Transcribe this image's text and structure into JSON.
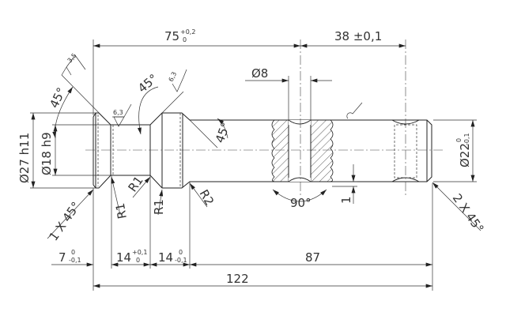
{
  "dimensions": {
    "d75": {
      "value": "75",
      "upper": "+0,2",
      "lower": "0"
    },
    "d38": {
      "value": "38 ±0,1"
    },
    "hole_dia": {
      "value": "Ø8"
    },
    "head_dia": {
      "value": "Ø27 h11"
    },
    "neck_dia": {
      "value": "Ø18 h9"
    },
    "shaft_dia": {
      "value": "Ø22",
      "upper": "0",
      "lower": "-0,1"
    },
    "angle_head": "45°",
    "angle_neck": "45°",
    "angle_collar": "45°",
    "angle_countersink": "90°",
    "depth": "1",
    "chamfer_left": "1 X 45°",
    "chamfer_right": "2 X 45°",
    "r_neck_bottom": "R1",
    "r_neck_left": "R1",
    "r_neck_right": "R1",
    "r_collar": "R2",
    "d7": {
      "value": "7",
      "upper": "0",
      "lower": "-0,1"
    },
    "d14a": {
      "value": "14",
      "upper": "+0,1",
      "lower": "0"
    },
    "d14b": {
      "value": "14",
      "upper": "0",
      "lower": "-0,1"
    },
    "d87": {
      "value": "87"
    },
    "d122": {
      "value": "122"
    }
  },
  "surface_finish": {
    "head": "3,5",
    "neck": "6,3",
    "collar": "6,3"
  }
}
